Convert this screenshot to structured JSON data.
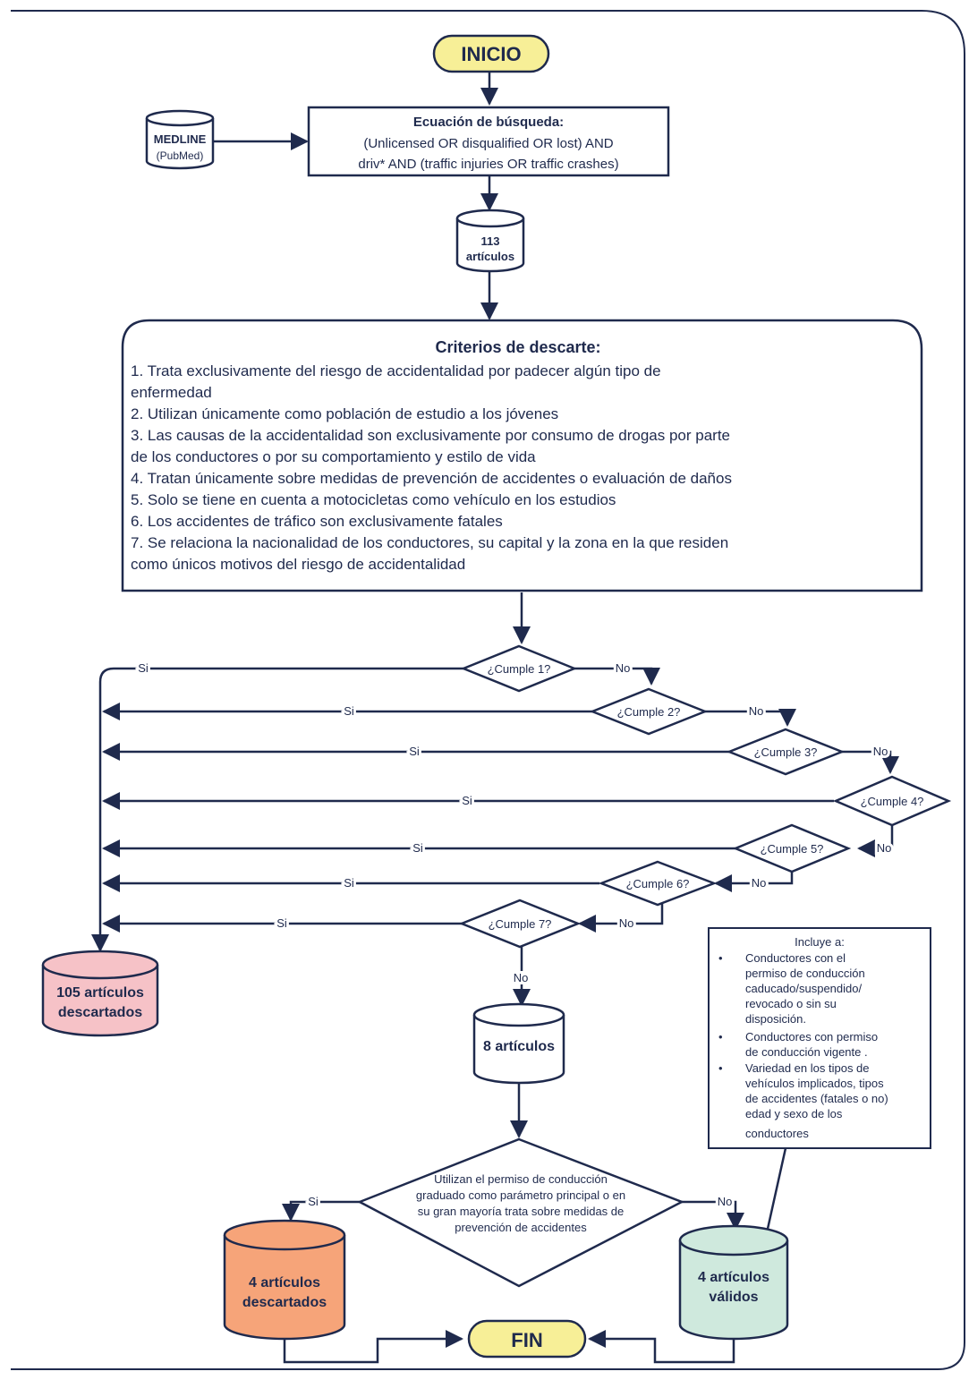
{
  "colors": {
    "line": "#1f2a4d",
    "terminal_fill": "#f7ef97",
    "box_fill": "#ffffff",
    "discard_fill": "#f6c2c7",
    "discard2_fill": "#f6a479",
    "valid_fill": "#cfe9dd"
  },
  "start": {
    "label": "INICIO"
  },
  "end": {
    "label": "FIN"
  },
  "source": {
    "line1": "MEDLINE",
    "line2": "(PubMed)"
  },
  "search": {
    "title": "Ecuación de búsqueda:",
    "line1": "(Unlicensed OR disqualified OR lost) AND",
    "line2": "driv* AND (traffic injuries OR traffic crashes)"
  },
  "initial_count": {
    "line1": "113",
    "line2": "artículos"
  },
  "criteria": {
    "title": "Criterios de descarte:",
    "lines": [
      "1. Trata exclusivamente del riesgo de accidentalidad por padecer algún tipo de",
      "enfermedad",
      "2. Utilizan únicamente como población de estudio a los jóvenes",
      "3. Las causas de la accidentalidad son exclusivamente por consumo de drogas por parte",
      "de los conductores o por su comportamiento y estilo de vida",
      "4. Tratan únicamente sobre medidas de prevención de accidentes o evaluación de daños",
      "5. Solo se tiene en cuenta a motocicletas como vehículo en los estudios",
      "6. Los accidentes de tráfico son exclusivamente fatales",
      "7. Se relaciona la nacionalidad de los conductores, su capital y la zona en la que residen",
      "como únicos motivos del riesgo de accidentalidad"
    ]
  },
  "decisions": [
    {
      "label": "¿Cumple 1?",
      "yes": "Si",
      "no": "No"
    },
    {
      "label": "¿Cumple 2?",
      "yes": "Si",
      "no": "No"
    },
    {
      "label": "¿Cumple 3?",
      "yes": "Si",
      "no": "No"
    },
    {
      "label": "¿Cumple 4?",
      "yes": "Si",
      "no": "No"
    },
    {
      "label": "¿Cumple 5?",
      "yes": "Si",
      "no": "No"
    },
    {
      "label": "¿Cumple 6?",
      "yes": "Si",
      "no": "No"
    },
    {
      "label": "¿Cumple 7?",
      "yes": "Si",
      "no": "No"
    }
  ],
  "discarded_1": {
    "line1": "105 artículos",
    "line2": "descartados"
  },
  "after_criteria": {
    "no_label": "No",
    "count": "8 artículos"
  },
  "final_decision": {
    "lines": [
      "Utilizan el permiso de conducción",
      "graduado como parámetro principal o en",
      "su gran mayoría trata sobre medidas de",
      "prevención de accidentes"
    ],
    "yes": "Si",
    "no": "No"
  },
  "discarded_2": {
    "line1": "4 artículos",
    "line2": "descartados"
  },
  "valid": {
    "line1": "4 artículos",
    "line2": "válidos"
  },
  "includes": {
    "title": "Incluye a:",
    "bullets": [
      [
        "Conductores con el",
        "permiso de conducción",
        "caducado/suspendido/",
        "revocado o sin su",
        "disposición."
      ],
      [
        "Conductores con permiso",
        "de conducción vigente ."
      ],
      [
        "Variedad en los tipos de",
        "vehículos implicados, tipos",
        "de accidentes (fatales o no)",
        "edad y sexo de los",
        "conductores"
      ]
    ]
  }
}
